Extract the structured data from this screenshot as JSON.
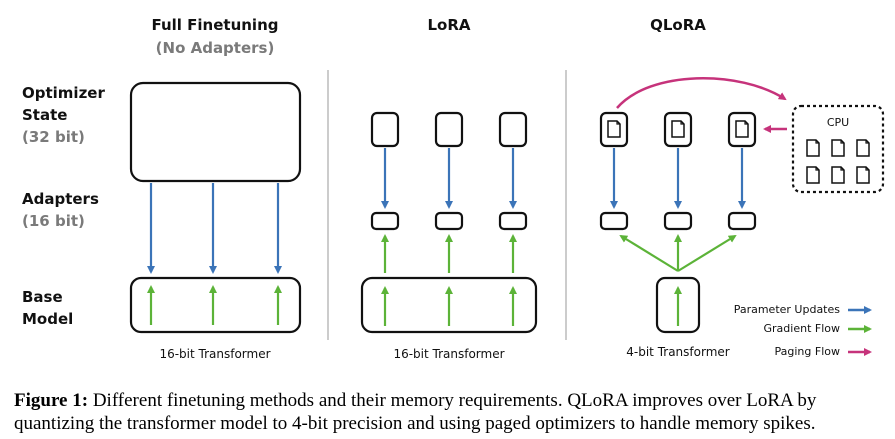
{
  "columns": {
    "full": {
      "title": "Full Finetuning",
      "subtitle": "(No Adapters)",
      "footer": "16-bit Transformer"
    },
    "lora": {
      "title": "LoRA",
      "footer": "16-bit Transformer"
    },
    "qlora": {
      "title": "QLoRA",
      "footer": "4-bit Transformer"
    }
  },
  "rows": {
    "optimizer": {
      "line1": "Optimizer",
      "line2": "State",
      "bits": "(32 bit)"
    },
    "adapters": {
      "line1": "Adapters",
      "bits": "(16 bit)"
    },
    "base": {
      "line1": "Base",
      "line2": "Model"
    }
  },
  "cpu_label": "CPU",
  "legend": {
    "param_updates": "Parameter Updates",
    "gradient_flow": "Gradient Flow",
    "paging_flow": "Paging Flow"
  },
  "colors": {
    "param_updates": "#3b74b8",
    "gradient_flow": "#5cb338",
    "paging_flow": "#c6337b"
  },
  "caption": {
    "label": "Figure 1:",
    "text": "Different finetuning methods and their memory requirements. QLoRA improves over LoRA by quantizing the transformer model to 4-bit precision and using paged optimizers to handle memory spikes."
  }
}
